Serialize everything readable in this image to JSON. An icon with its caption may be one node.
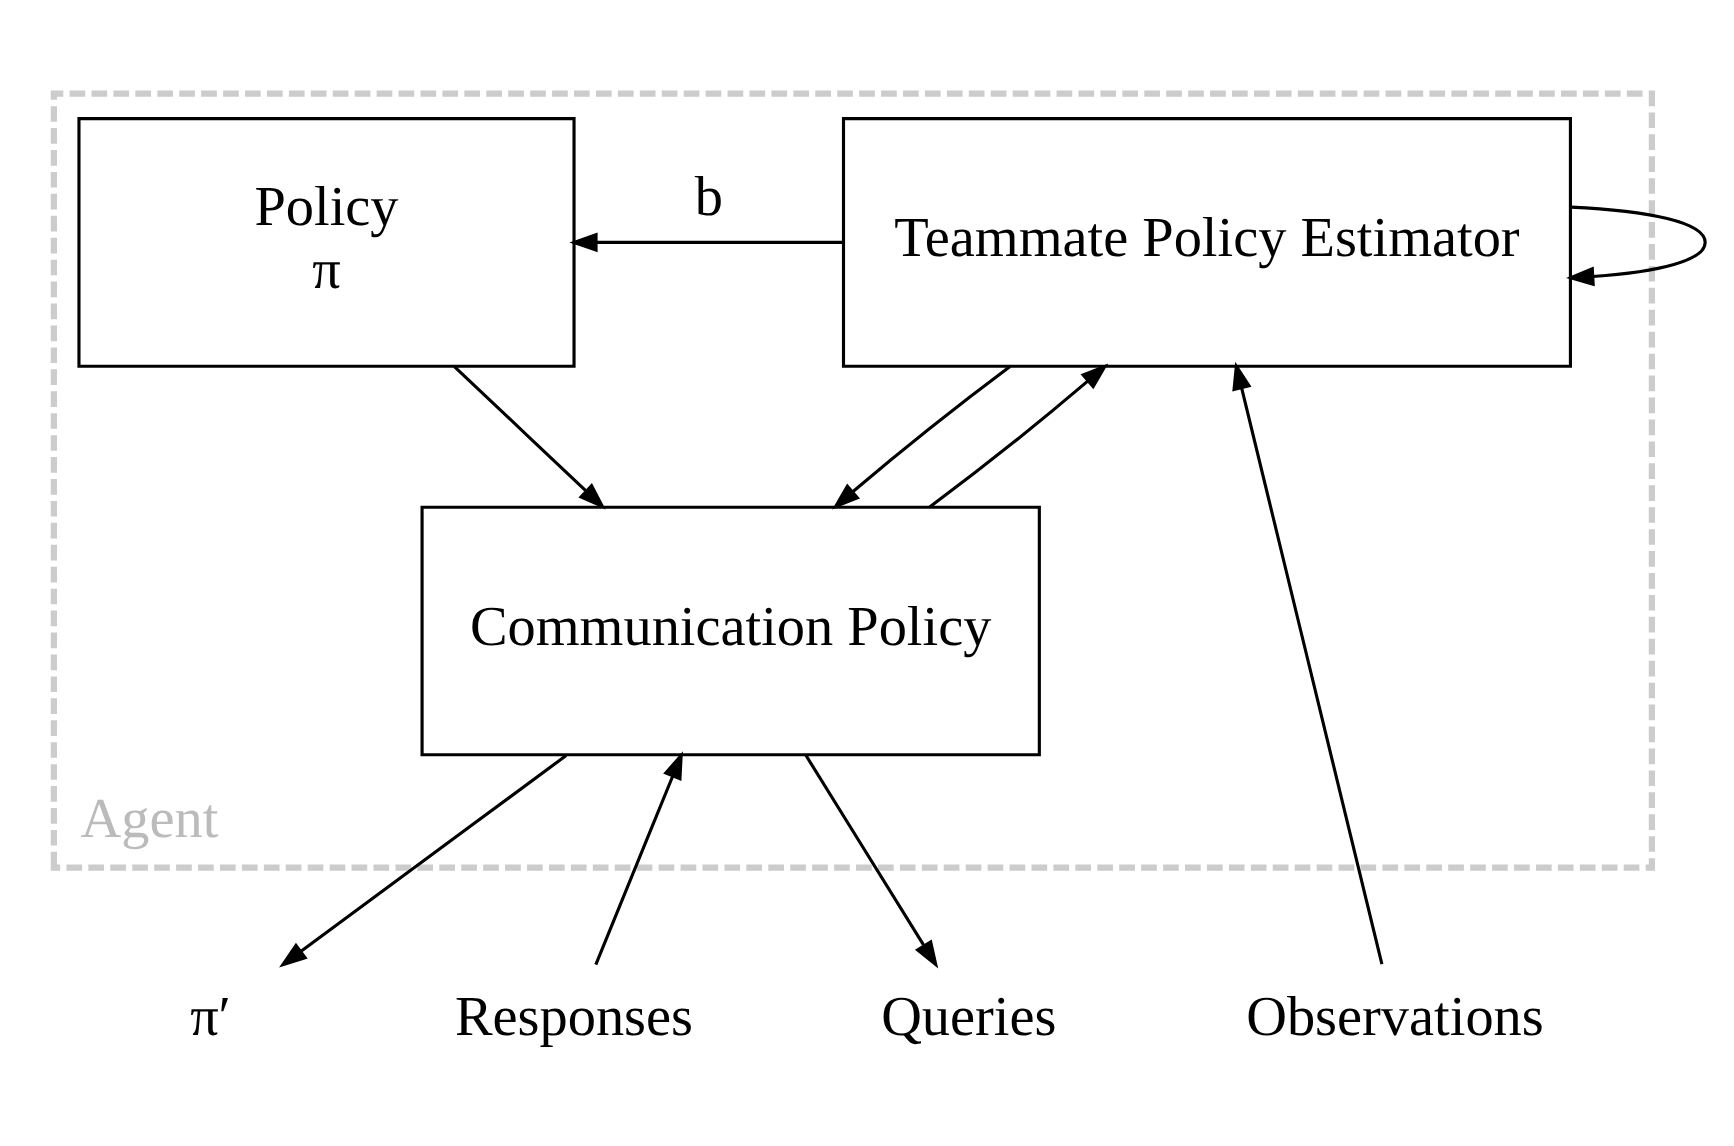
{
  "diagram": {
    "nodes": [
      {
        "text": [
          "Agent"
        ]
      },
      {
        "text": [
          "Teammate Policy Estimator"
        ],
        "in": 0
      },
      {
        "text": [
          "Policy",
          "π"
        ],
        "in": 0
      },
      {
        "text": [
          "Communication Policy"
        ],
        "in": 0
      },
      {
        "text": [
          "Observations"
        ]
      },
      {
        "text": [
          "Queries"
        ]
      },
      {
        "text": [
          "Responses"
        ]
      },
      {
        "text": [
          "π′"
        ]
      }
    ],
    "edges": [
      {
        "from": 4,
        "to": 1,
        "arrow": "to"
      },
      {
        "from": 1,
        "to": 2,
        "arrow": "to",
        "label": "b"
      },
      {
        "from": 1,
        "to": 1,
        "arrow": "to"
      },
      {
        "from": 1,
        "to": 3,
        "arrow": "to"
      },
      {
        "from": 2,
        "to": 3,
        "arrow": "to"
      },
      {
        "from": 3,
        "to": 1,
        "arrow": "to"
      },
      {
        "from": 3,
        "to": 5,
        "arrow": "to"
      },
      {
        "from": 6,
        "to": 3,
        "arrow": "to"
      },
      {
        "from": 3,
        "to": 7,
        "arrow": "to"
      }
    ]
  }
}
